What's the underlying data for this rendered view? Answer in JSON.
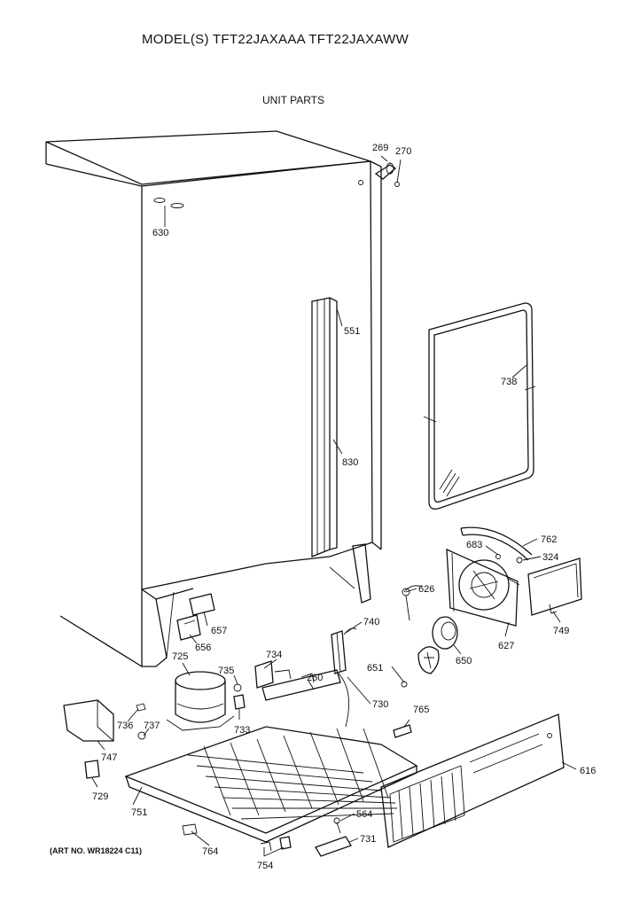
{
  "header": {
    "title": "MODEL(S) TFT22JAXAAA  TFT22JAXAWW",
    "subtitle": "UNIT PARTS"
  },
  "footer": {
    "art_no": "(ART NO. WR18224 C11)"
  },
  "parts": [
    {
      "id": "p269",
      "label": "269"
    },
    {
      "id": "p270",
      "label": "270"
    },
    {
      "id": "p630",
      "label": "630"
    },
    {
      "id": "p551",
      "label": "551"
    },
    {
      "id": "p738",
      "label": "738"
    },
    {
      "id": "p830",
      "label": "830"
    },
    {
      "id": "p683",
      "label": "683"
    },
    {
      "id": "p762",
      "label": "762"
    },
    {
      "id": "p324",
      "label": "324"
    },
    {
      "id": "p626",
      "label": "626"
    },
    {
      "id": "p657",
      "label": "657"
    },
    {
      "id": "p656",
      "label": "656"
    },
    {
      "id": "p740",
      "label": "740"
    },
    {
      "id": "p627",
      "label": "627"
    },
    {
      "id": "p749",
      "label": "749"
    },
    {
      "id": "p650",
      "label": "650"
    },
    {
      "id": "p651",
      "label": "651"
    },
    {
      "id": "p725",
      "label": "725"
    },
    {
      "id": "p734",
      "label": "734"
    },
    {
      "id": "p735",
      "label": "735"
    },
    {
      "id": "p260",
      "label": "260"
    },
    {
      "id": "p730",
      "label": "730"
    },
    {
      "id": "p736",
      "label": "736"
    },
    {
      "id": "p737",
      "label": "737"
    },
    {
      "id": "p733",
      "label": "733"
    },
    {
      "id": "p765",
      "label": "765"
    },
    {
      "id": "p747",
      "label": "747"
    },
    {
      "id": "p616",
      "label": "616"
    },
    {
      "id": "p729",
      "label": "729"
    },
    {
      "id": "p751",
      "label": "751"
    },
    {
      "id": "p564",
      "label": "564"
    },
    {
      "id": "p731",
      "label": "731"
    },
    {
      "id": "p764",
      "label": "764"
    },
    {
      "id": "p754",
      "label": "754"
    }
  ]
}
